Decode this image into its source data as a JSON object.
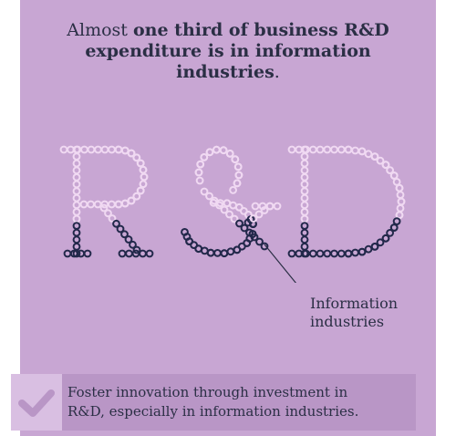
{
  "headline": {
    "lead": "Almost ",
    "bold1": "one third of business R&D",
    "bold2": "expenditure is in information",
    "bold3": "industries",
    "tail": "."
  },
  "art": {
    "letters": "R&D",
    "light_color": "#f0d9f2",
    "dark_color": "#22284a",
    "dark_share": 0.33
  },
  "callout": {
    "line1": "Information",
    "line2": "industries"
  },
  "footer": {
    "icon": "checkmark-icon",
    "line1": "Foster innovation through investment in",
    "line2": "R&D, especially in information industries."
  },
  "colors": {
    "background": "#c8a6d3",
    "text": "#2b2f45"
  }
}
